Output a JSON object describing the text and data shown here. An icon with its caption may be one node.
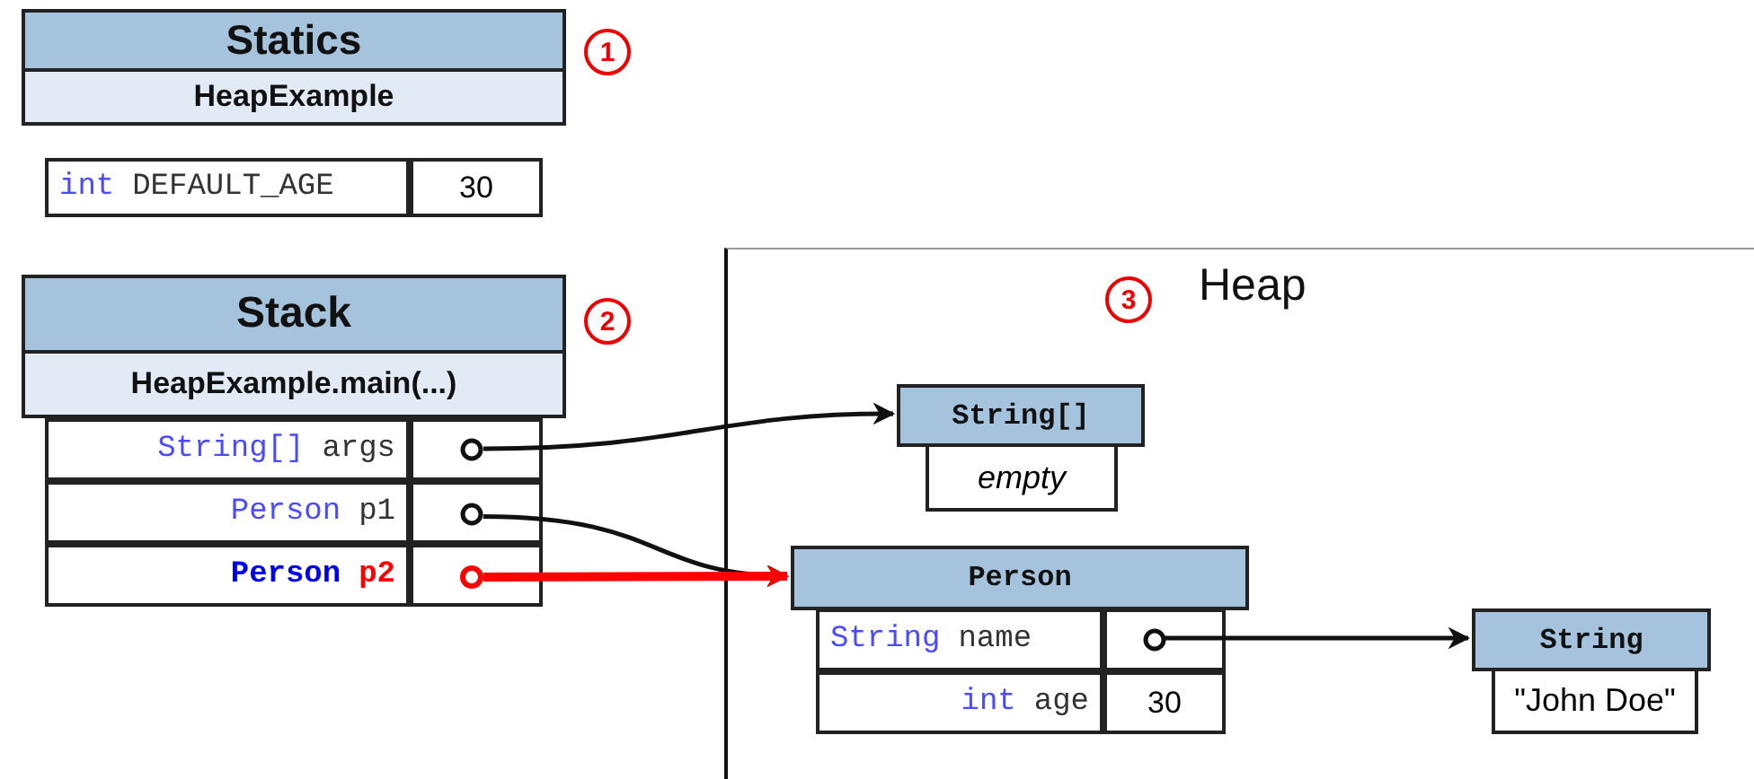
{
  "diagram": {
    "nodes": [
      {
        "text": [
          "Statics",
          "HeapExample"
        ]
      },
      {
        "text": [
          "int",
          "DEFAULT_AGE"
        ]
      },
      {
        "text": [
          "30"
        ]
      },
      {
        "text": [
          "Stack",
          "HeapExample.main(...)"
        ]
      },
      {
        "text": [
          "String[]",
          "args"
        ],
        "in": 3
      },
      {
        "text": [],
        "shape": "circle",
        "in": 3
      },
      {
        "text": [
          "Person",
          "p1"
        ],
        "in": 3
      },
      {
        "text": [],
        "shape": "circle",
        "in": 3
      },
      {
        "text": [
          "Person",
          "p2"
        ],
        "in": 3
      },
      {
        "text": [],
        "shape": "circle",
        "in": 3
      },
      {
        "text": [
          "Heap"
        ]
      },
      {
        "text": [
          "String[]",
          "empty"
        ],
        "in": 10
      },
      {
        "text": [
          "Person"
        ],
        "in": 10
      },
      {
        "text": [
          "String",
          "name"
        ],
        "in": 10
      },
      {
        "text": [],
        "shape": "circle",
        "in": 10
      },
      {
        "text": [
          "int",
          "age"
        ],
        "in": 10
      },
      {
        "text": [
          "30"
        ],
        "in": 10
      },
      {
        "text": [
          "String",
          "\"John Doe\""
        ],
        "in": 10
      }
    ],
    "edges": [
      {
        "from": 5,
        "to": 11,
        "arrow": "to"
      },
      {
        "from": 7,
        "to": 12,
        "arrow": "to"
      },
      {
        "from": 9,
        "to": 12,
        "arrow": "to",
        "style": "thick",
        "color": "#ff0000"
      },
      {
        "from": 14,
        "to": 17,
        "arrow": "to"
      }
    ],
    "labels": [
      "1",
      "2",
      "3"
    ]
  }
}
